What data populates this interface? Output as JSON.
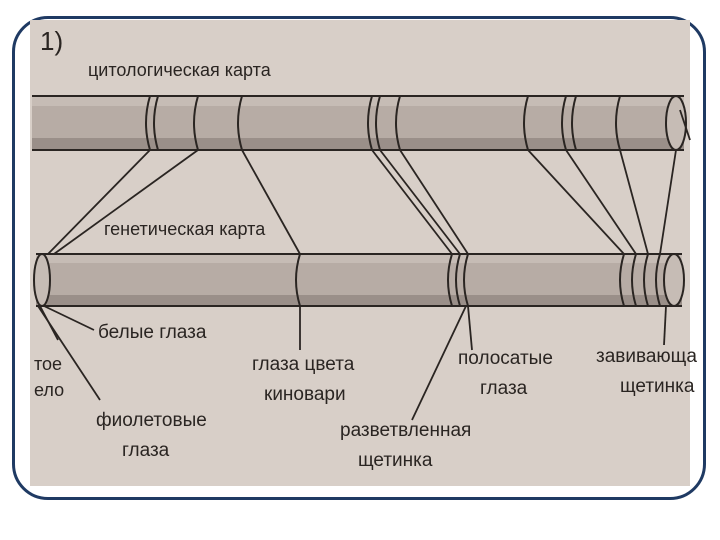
{
  "figure_number": "1)",
  "labels": {
    "cytological_map": "цитологическая карта",
    "genetic_map": "генетическая карта",
    "white_eyes": "белые глаза",
    "yellow_body_line1": "тое",
    "yellow_body_line2": "ело",
    "violet_eyes_line1": "фиолетовые",
    "violet_eyes_line2": "глаза",
    "cinnabar_eyes_line1": "глаза цвета",
    "cinnabar_eyes_line2": "киновари",
    "branched_bristle_line1": "разветвленная",
    "branched_bristle_line2": "щетинка",
    "striped_eyes_line1": "полосатые",
    "striped_eyes_line2": "глаза",
    "curled_bristle_line1": "завивающа",
    "curled_bristle_line2": "щетинка"
  },
  "colors": {
    "page": "#d8cfc8",
    "frame": "#1f3a63",
    "rod_fill": "#b7aca5",
    "rod_shadow": "#9a8f89",
    "ink": "#2a2522"
  }
}
